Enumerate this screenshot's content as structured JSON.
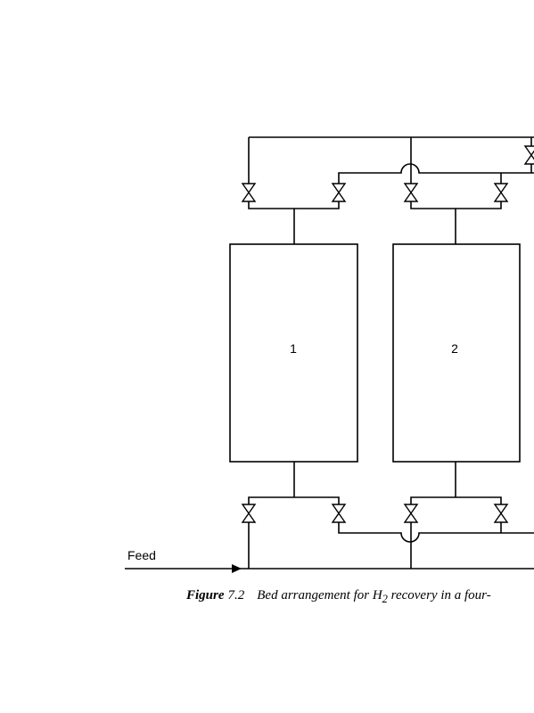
{
  "diagram": {
    "feed_label": "Feed",
    "beds": [
      {
        "label": "1"
      },
      {
        "label": "2"
      }
    ]
  },
  "caption": {
    "figure_word": "Figure",
    "figure_number": "7.2",
    "text_before_sub": "Bed arrangement for H",
    "subscript": "2",
    "text_after_sub": " recovery in a four-"
  }
}
